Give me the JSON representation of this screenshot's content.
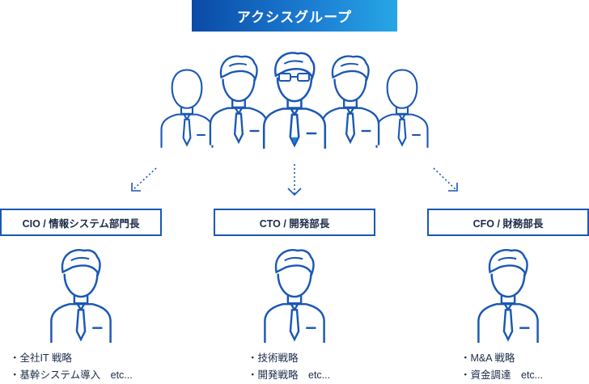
{
  "header": {
    "title": "アクシスグループ"
  },
  "roles": [
    {
      "title": "CIO / 情報システム部門長",
      "duties": [
        "・全社IT 戦略",
        "・基幹システム導入　etc..."
      ]
    },
    {
      "title": "CTO / 開発部長",
      "duties": [
        "・技術戦略",
        "・開発戦略　etc..."
      ]
    },
    {
      "title": "CFO / 財務部長",
      "duties": [
        "・M&A 戦略",
        "・資金調達　etc..."
      ]
    }
  ],
  "colors": {
    "accent": "#1a57b5",
    "title_gradient_start": "#0a4aa6",
    "title_gradient_end": "#27a6e5"
  },
  "icons": [
    "group-of-people-icon",
    "person-icon",
    "arrow-down-left-icon",
    "arrow-down-icon",
    "arrow-down-right-icon"
  ]
}
